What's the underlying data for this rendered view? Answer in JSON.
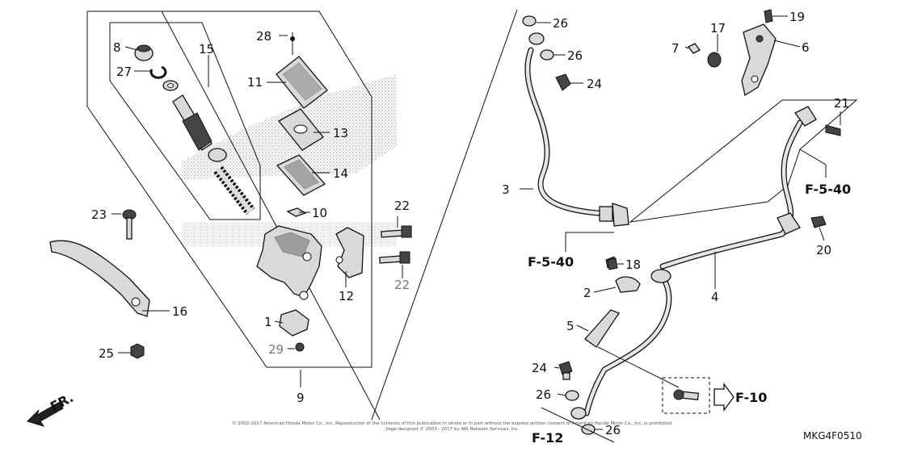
{
  "callouts": {
    "c1": "1",
    "c2": "2",
    "c3": "3",
    "c4": "4",
    "c5": "5",
    "c6": "6",
    "c7": "7",
    "c8": "8",
    "c9": "9",
    "c10": "10",
    "c11": "11",
    "c12": "12",
    "c13": "13",
    "c14": "14",
    "c15": "15",
    "c16": "16",
    "c17": "17",
    "c18": "18",
    "c19": "19",
    "c20": "20",
    "c21": "21",
    "c22a": "22",
    "c22b": "22",
    "c23": "23",
    "c24a": "24",
    "c24b": "24",
    "c25": "25",
    "c26a": "26",
    "c26b": "26",
    "c26c": "26",
    "c26d": "26",
    "c27": "27",
    "c28": "28",
    "c29": "29"
  },
  "references": {
    "f540a": "F-5-40",
    "f540b": "F-5-40",
    "f10": "F-10",
    "f12": "F-12",
    "front": "FR."
  },
  "diagram_code": "MKG4F0510",
  "copyright": {
    "line1": "© 2002-2017 American Honda Motor Co., Inc. Reproduction of the contents of this publication in whole or in part without the express written consent of American Honda Motor Co., Inc. is prohibited.",
    "line2": "Page designed © 2003 - 2017 by ARI Network Services, Inc."
  }
}
